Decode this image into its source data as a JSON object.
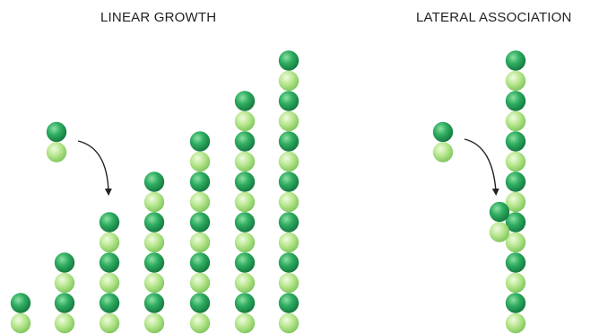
{
  "panels": {
    "linear": {
      "title": "LINEAR GROWTH"
    },
    "lateral": {
      "title": "LATERAL ASSOCIATION"
    }
  },
  "colors": {
    "dark_subunit": "#1f9a55",
    "light_subunit": "#a6dd7a",
    "arrow": "#222222",
    "text": "#222222"
  },
  "diagram": {
    "linear_growth": {
      "filament_dimer_counts": [
        1,
        2,
        3,
        4,
        5,
        6,
        7
      ],
      "free_dimer": 1
    },
    "lateral_association": {
      "filament_dimer_counts": [
        7
      ],
      "free_dimer": 1,
      "laterally_bound_dimer": 1
    }
  }
}
